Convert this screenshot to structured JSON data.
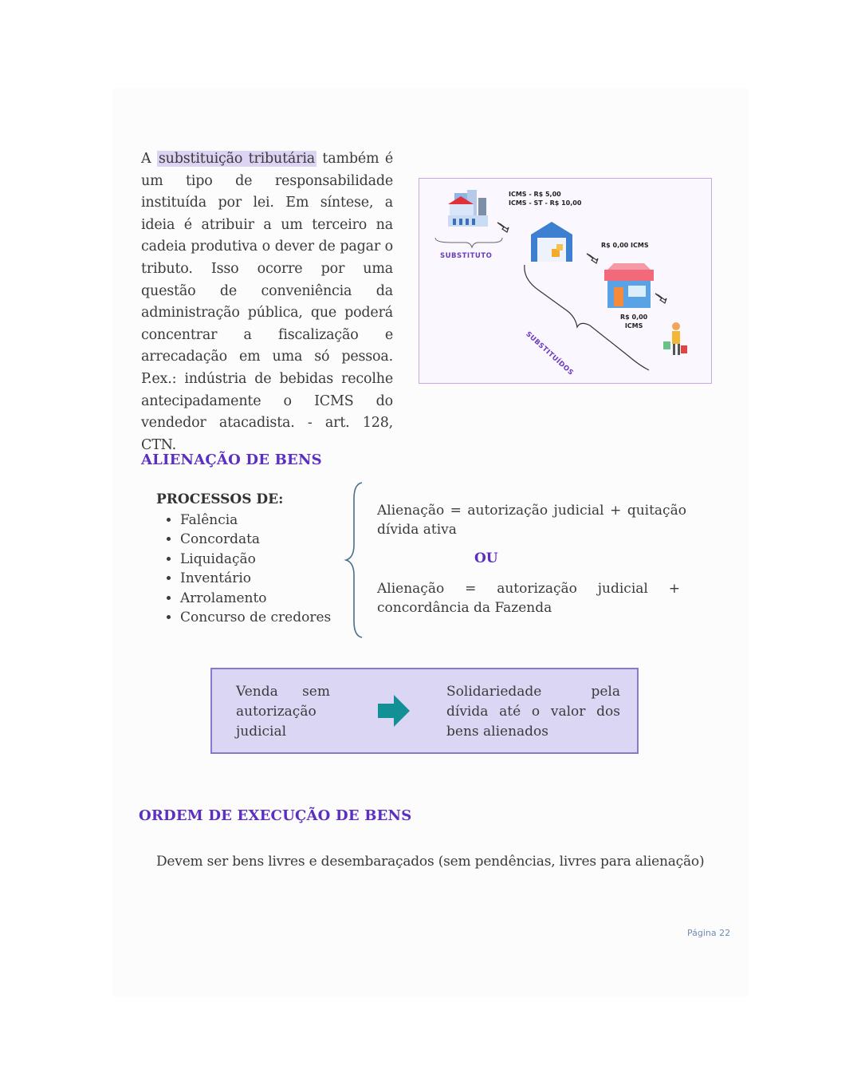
{
  "intro": {
    "prefix": "A ",
    "highlight": "substituição tributária",
    "text": " também é um tipo de responsabilidade instituída por lei. Em síntese, a ideia é atribuir a um terceiro na cadeia produtiva o dever de pagar o tributo. Isso ocorre por uma questão de conveniência da administração pública, que poderá concentrar a fiscalização e arrecadação em uma só pessoa. P.ex.: indústria de bebidas recolhe antecipadamente o ICMS do vendedor atacadista. - art. 128, CTN."
  },
  "figure": {
    "icms_line1": "ICMS - R$ 5,00",
    "icms_line2": "ICMS - ST - R$ 10,00",
    "warehouse_value": "R$ 0,00 ICMS",
    "store_value_line1": "R$ 0,00",
    "store_value_line2": "ICMS",
    "substituto_label": "SUBSTITUTO",
    "substituidos_label": "SUBSTITUÍDOS",
    "colors": {
      "border": "#c7a6ee",
      "accent": "#6a3cc0"
    }
  },
  "alienacao": {
    "heading": "ALIENAÇÃO DE BENS",
    "processes_title": "PROCESSOS DE:",
    "processes": [
      "Falência",
      "Concordata",
      "Liquidação",
      "Inventário",
      "Arrolamento",
      "Concurso de credores"
    ],
    "option1_words": [
      "Alienação",
      "=",
      "autorização",
      "judicial",
      "+",
      "quitação"
    ],
    "option1_line2": "dívida ativa",
    "or_label": "OU",
    "option2_words": [
      "Alienação",
      "=",
      "autorização",
      "judicial",
      "+"
    ],
    "option2_line2": "concordância da Fazenda"
  },
  "consequence": {
    "left_text": "Venda sem autorização judicial",
    "right_text": "Solidariedade pela dívida até o valor dos bens alienados",
    "arrow_icon": "right-arrow-icon",
    "colors": {
      "fill": "#dcd6f5",
      "border": "#8a78d0",
      "arrow": "#138f96"
    }
  },
  "execucao": {
    "heading": "ORDEM DE EXECUÇÃO DE BENS",
    "text": "Devem ser bens livres e desembaraçados (sem pendências, livres para alienação)"
  },
  "page_number": "Página 22"
}
